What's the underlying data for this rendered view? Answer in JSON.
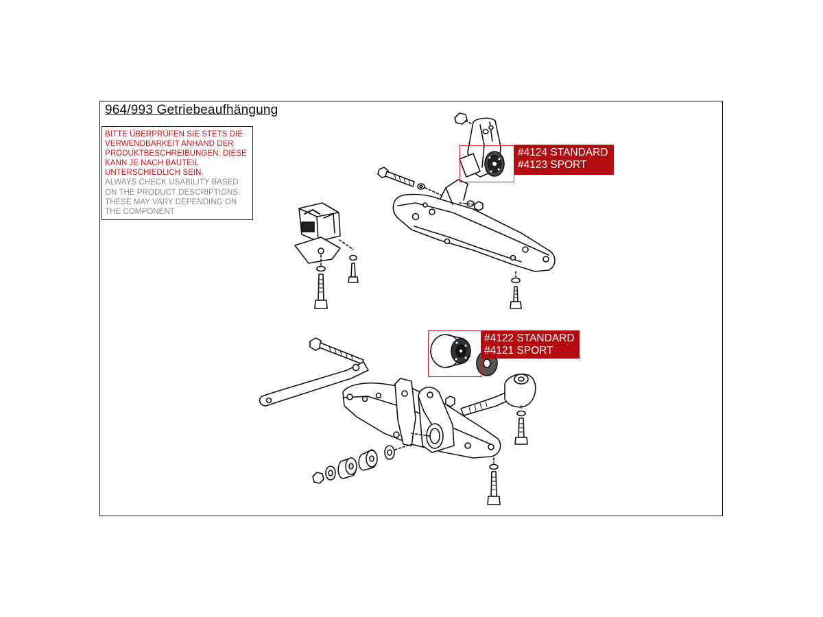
{
  "title": "964/993 Getriebeaufhängung",
  "notice": {
    "de_lines": [
      "BITTE ÜBERPRÜFEN SIE STETS DIE",
      "VERWENDBARKEIT ANHAND DER",
      "PRODUKTBESCHREIBUNGEN: DIESE",
      "KANN JE NACH BAUTEIL",
      "UNTERSCHIEDLICH SEIN."
    ],
    "en_lines": [
      "ALWAYS CHECK USABILITY BASED",
      "ON THE PRODUCT DESCRIPTIONS:",
      "THESE MAY VARY DEPENDING ON",
      "THE COMPONENT"
    ]
  },
  "callouts": [
    {
      "line1": "#4124 STANDARD",
      "line2": "#4123 SPORT"
    },
    {
      "line1": "#4122 STANDARD",
      "line2": "#4121 SPORT"
    }
  ],
  "colors": {
    "accent_red": "#b30c10",
    "text_red": "#d0161a",
    "text_gray": "#8a8a8a",
    "line": "#111111"
  }
}
